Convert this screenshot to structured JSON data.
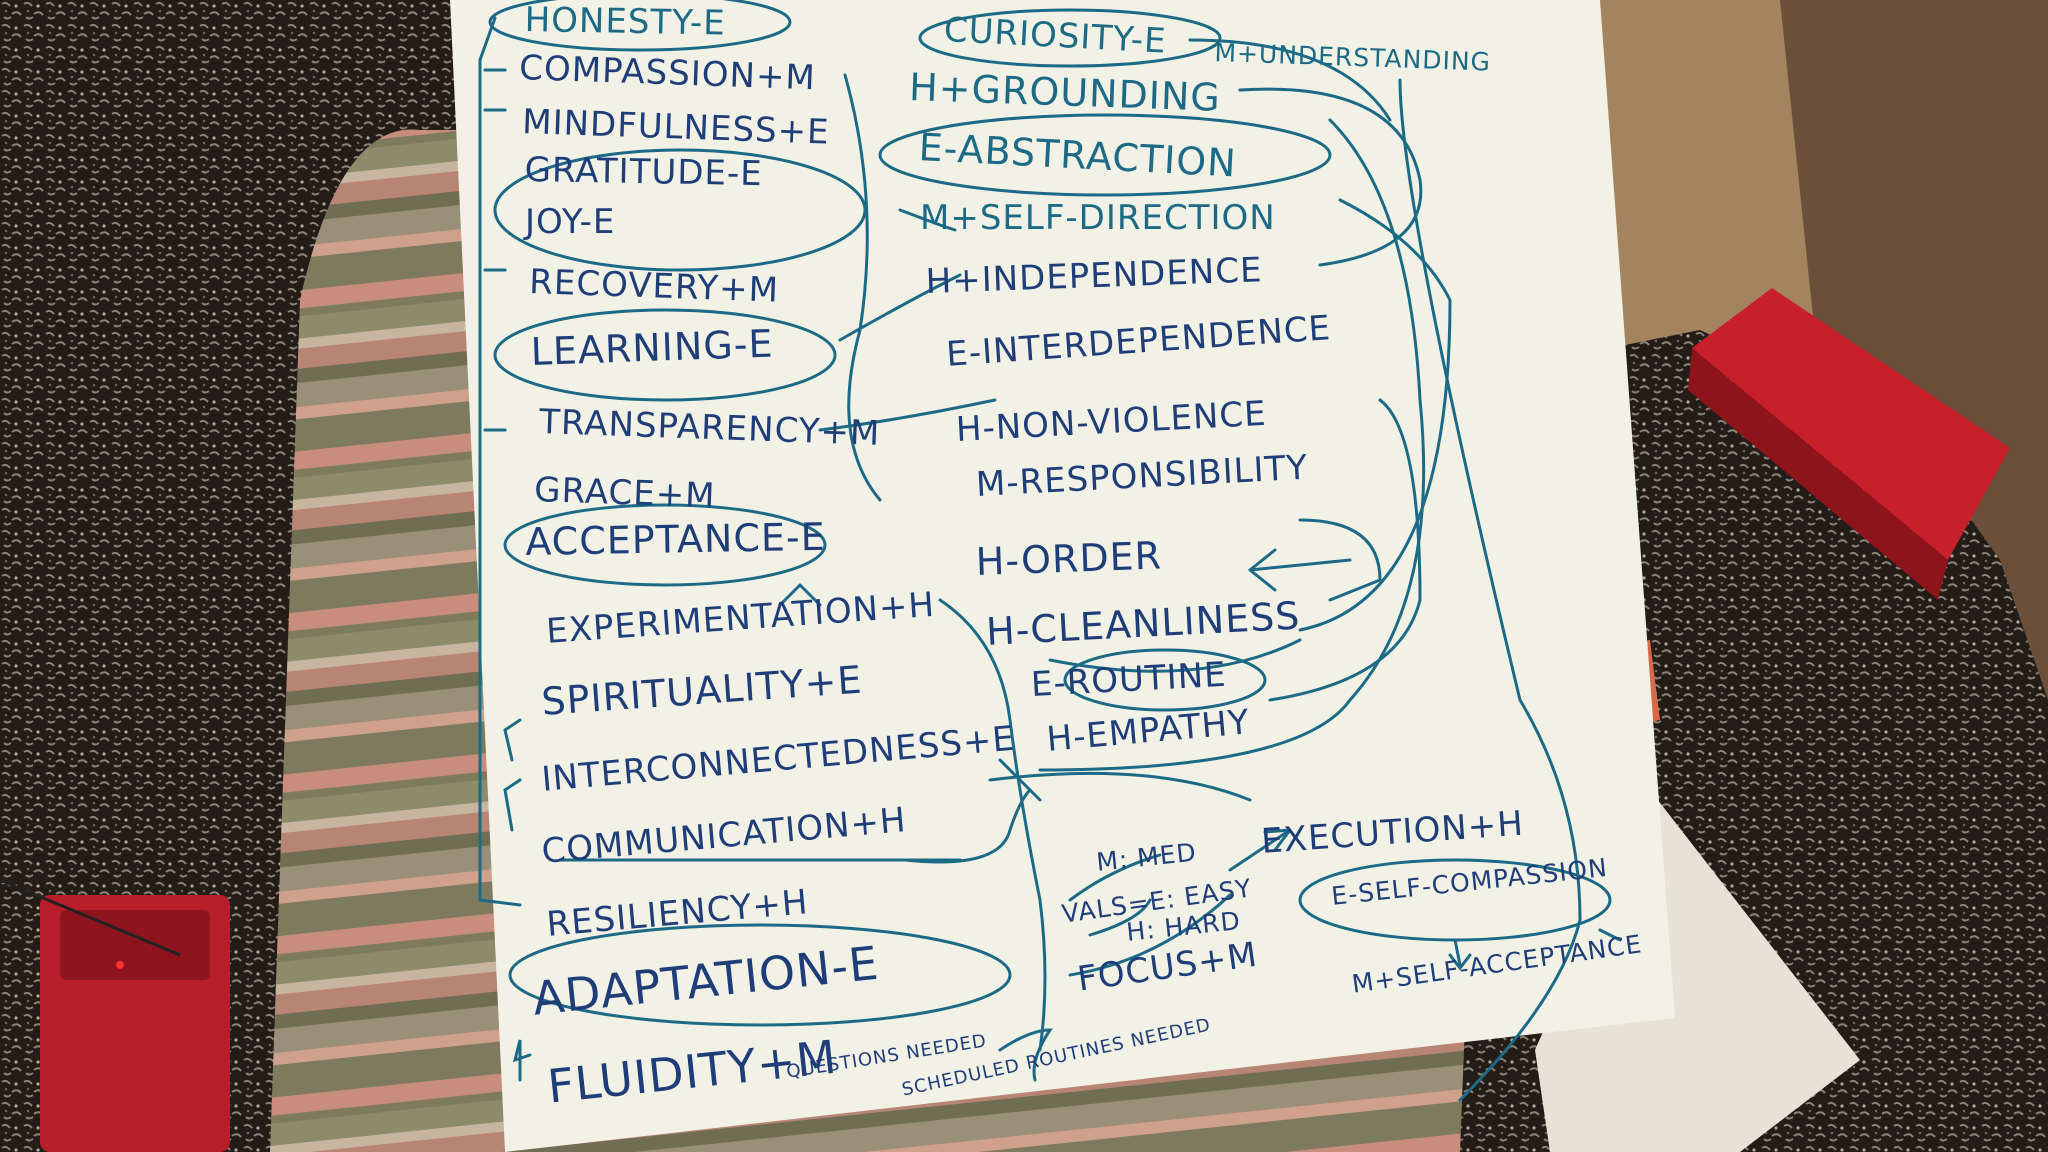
{
  "poster": {
    "values_left": [
      {
        "text": "HONESTY-E"
      },
      {
        "text": "COMPASSION+M"
      },
      {
        "text": "MINDFULNESS+E"
      },
      {
        "text": "GRATITUDE-E"
      },
      {
        "text": "JOY-E"
      },
      {
        "text": "RECOVERY+M"
      },
      {
        "text": "LEARNING-E"
      },
      {
        "text": "TRANSPARENCY+M"
      },
      {
        "text": "GRACE+M"
      },
      {
        "text": "ACCEPTANCE-E"
      },
      {
        "text": "EXPERIMENTATION+H"
      },
      {
        "text": "SPIRITUALITY+E"
      },
      {
        "text": "INTERCONNECTEDNESS+E"
      },
      {
        "text": "COMMUNICATION+H"
      },
      {
        "text": "RESILIENCY+H"
      },
      {
        "text": "ADAPTATION-E"
      },
      {
        "text": "FLUIDITY+M"
      }
    ],
    "values_right": [
      {
        "text": "CURIOSITY-E"
      },
      {
        "text": "M+UNDERSTANDING"
      },
      {
        "text": "H+GROUNDING"
      },
      {
        "text": "E-ABSTRACTION"
      },
      {
        "text": "M+SELF-DIRECTION"
      },
      {
        "text": "H+INDEPENDENCE"
      },
      {
        "text": "E-INTERDEPENDENCE"
      },
      {
        "text": "H-NON-VIOLENCE"
      },
      {
        "text": "M-RESPONSIBILITY"
      },
      {
        "text": "H-ORDER"
      },
      {
        "text": "H-CLEANLINESS"
      },
      {
        "text": "E-ROUTINE"
      },
      {
        "text": "H-EMPATHY"
      },
      {
        "text": "EXECUTION+H"
      },
      {
        "text": "E-SELF-COMPASSION"
      },
      {
        "text": "M+SELF-ACCEPTANCE"
      },
      {
        "text": "FOCUS+M"
      }
    ],
    "legend": [
      "M: MED",
      "VALS=E: EASY",
      "H: HARD"
    ],
    "notes": [
      "QUESTIONS NEEDED",
      "SCHEDULED ROUTINES NEEDED"
    ]
  },
  "colors": {
    "ink_teal": "#1d6a86",
    "ink_navy": "#1f3d78",
    "paper": "#f1f1e6",
    "red_box": "#c8202a"
  }
}
